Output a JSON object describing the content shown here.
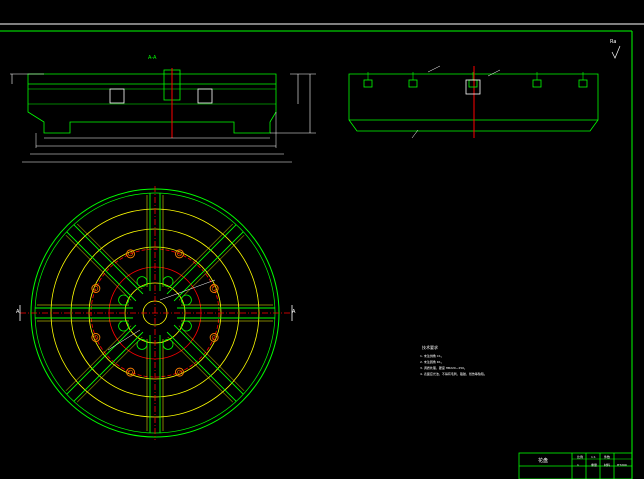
{
  "drawing": {
    "section_label": "A-A",
    "roughness_mark": "Ra",
    "view_marker_left": "A",
    "view_marker_right": "A",
    "notes_title": "技术要求",
    "notes": [
      "1. 未注倒角 C1。",
      "2. 未注圆角 R1。",
      "3. 调质处理，硬度 HB220~250。",
      "4. 表面应光洁，不得有毛刺，磕碰，划伤等缺陷。"
    ],
    "title_block": {
      "part_name": "花盘",
      "cells": [
        "比例",
        "1:1",
        "件数",
        "1",
        "重量",
        "材料",
        "HT200"
      ]
    }
  },
  "colors": {
    "outline": "#00ff00",
    "centerline": "#ff0000",
    "circle": "#ffff00",
    "dimension": "#ffffff",
    "feature": "#ff8000"
  }
}
